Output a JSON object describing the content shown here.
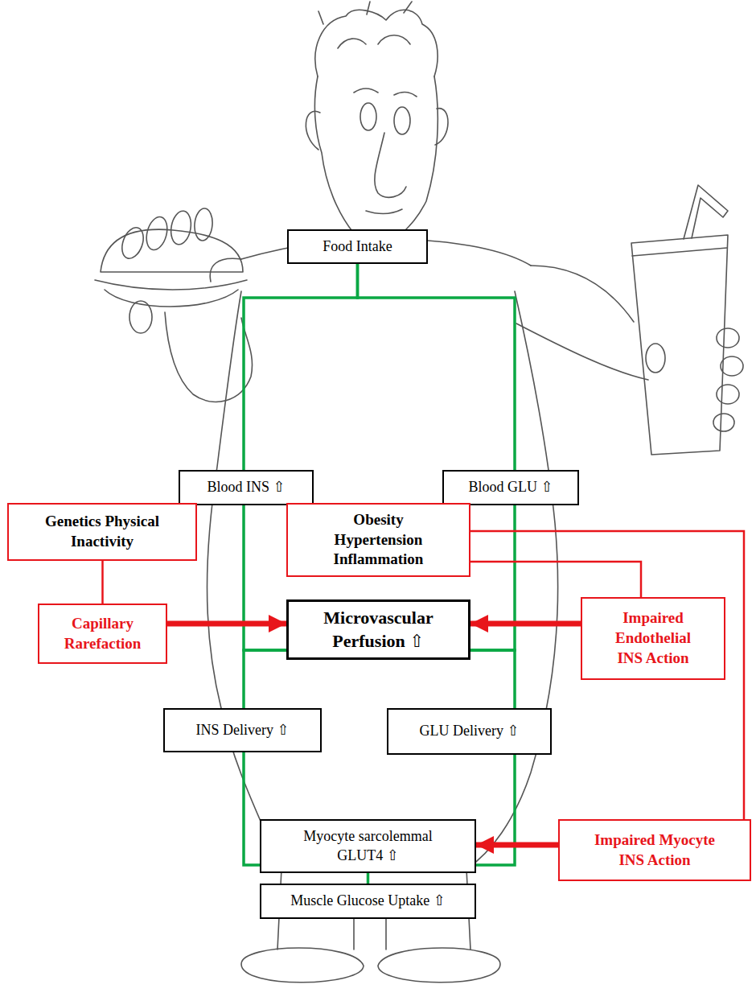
{
  "diagram": {
    "nodes": [
      {
        "text": [
          "Food Intake"
        ]
      },
      {
        "text": [
          "Blood INS ⇧"
        ]
      },
      {
        "text": [
          "Blood GLU ⇧"
        ]
      },
      {
        "text": [
          "Genetics Physical Inactivity"
        ]
      },
      {
        "text": [
          "Obesity Hypertension Inflammation"
        ]
      },
      {
        "text": [
          "Capillary Rarefaction"
        ]
      },
      {
        "text": [
          "Microvascular Perfusion ⇧"
        ]
      },
      {
        "text": [
          "Impaired Endothelial INS Action"
        ]
      },
      {
        "text": [
          "INS Delivery ⇧"
        ]
      },
      {
        "text": [
          "GLU Delivery ⇧"
        ]
      },
      {
        "text": [
          "Myocyte sarcolemmal GLUT4 ⇧"
        ]
      },
      {
        "text": [
          "Impaired Myocyte INS Action"
        ]
      },
      {
        "text": [
          "Muscle Glucose Uptake ⇧"
        ]
      }
    ],
    "edges": [
      {
        "from": 0,
        "to": 1,
        "arrow": "none"
      },
      {
        "from": 0,
        "to": 2,
        "arrow": "none"
      },
      {
        "from": 1,
        "to": 6,
        "arrow": "none"
      },
      {
        "from": 2,
        "to": 6,
        "arrow": "none"
      },
      {
        "from": 6,
        "to": 8,
        "arrow": "none"
      },
      {
        "from": 6,
        "to": 9,
        "arrow": "none"
      },
      {
        "from": 8,
        "to": 10,
        "arrow": "none"
      },
      {
        "from": 9,
        "to": 10,
        "arrow": "none"
      },
      {
        "from": 10,
        "to": 12,
        "arrow": "none"
      },
      {
        "from": 3,
        "to": 5,
        "arrow": "none"
      },
      {
        "from": 4,
        "to": 7,
        "arrow": "none"
      },
      {
        "from": 4,
        "to": 11,
        "arrow": "none"
      },
      {
        "from": 5,
        "to": 6,
        "arrow": "to"
      },
      {
        "from": 7,
        "to": 6,
        "arrow": "to"
      },
      {
        "from": 11,
        "to": 10,
        "arrow": "to"
      }
    ]
  }
}
